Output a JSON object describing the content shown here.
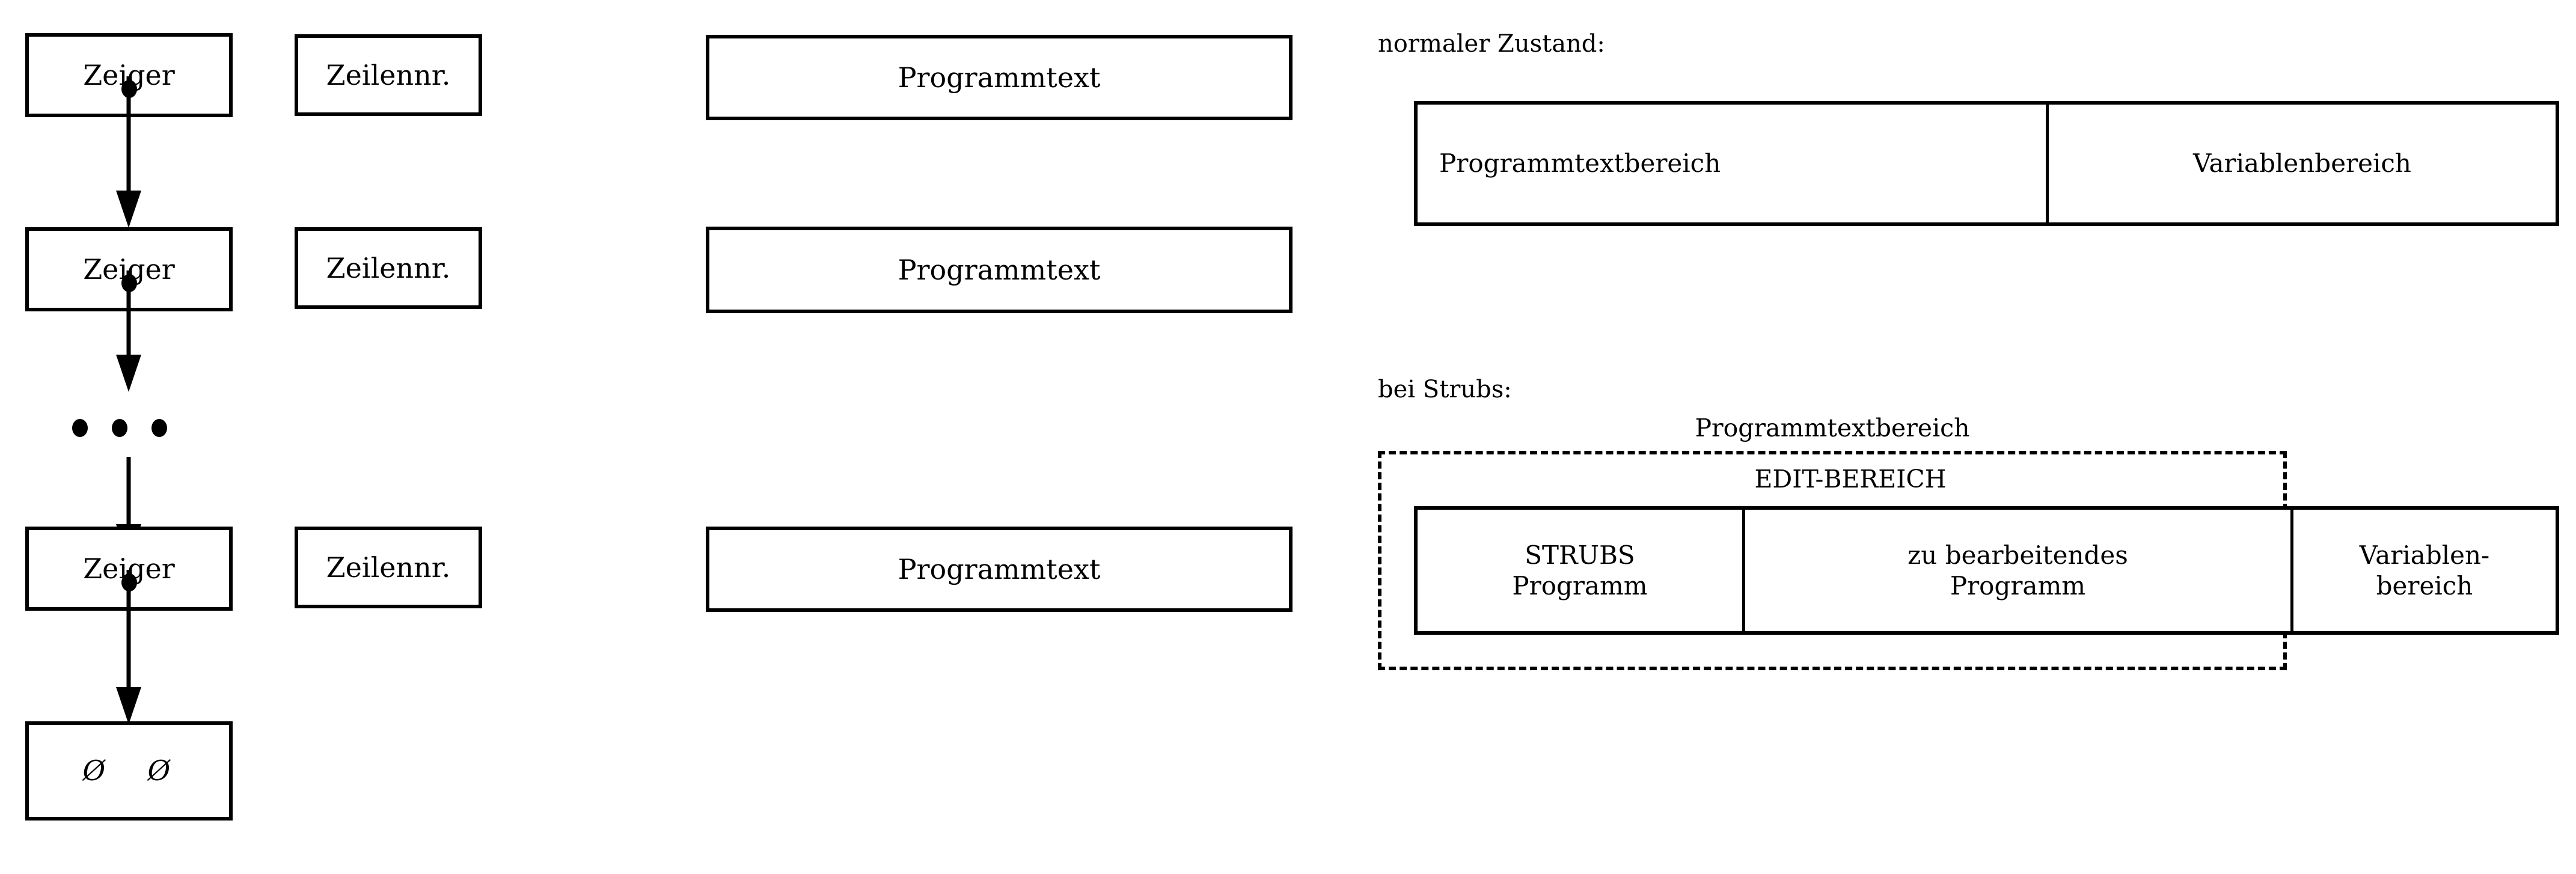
{
  "linked_list": {
    "rows": [
      {
        "pointer": "Zeiger",
        "line_number": "Zeilennr.",
        "program_text": "Programmtext"
      },
      {
        "pointer": "Zeiger",
        "line_number": "Zeilennr.",
        "program_text": "Programmtext"
      },
      {
        "pointer": "Zeiger",
        "line_number": "Zeilennr.",
        "program_text": "Programmtext"
      }
    ],
    "ellipsis_dot_count": 3,
    "terminator": {
      "left": "Ø",
      "right": "Ø"
    }
  },
  "memory_map": {
    "normal": {
      "caption": "normaler Zustand:",
      "cells": [
        {
          "label": "Programmtextbereich"
        },
        {
          "label": "Variablenbereich"
        }
      ]
    },
    "strubs": {
      "caption": "bei Strubs:",
      "region_label": "Programmtextbereich",
      "edit_label": "EDIT-BEREICH",
      "cells": [
        {
          "label": "STRUBS\nProgramm"
        },
        {
          "label": "zu bearbeitendes\nProgramm"
        },
        {
          "label": "Variablen-\nbereich"
        }
      ]
    }
  },
  "colors": {
    "ink": "#000000",
    "paper": "#ffffff"
  }
}
